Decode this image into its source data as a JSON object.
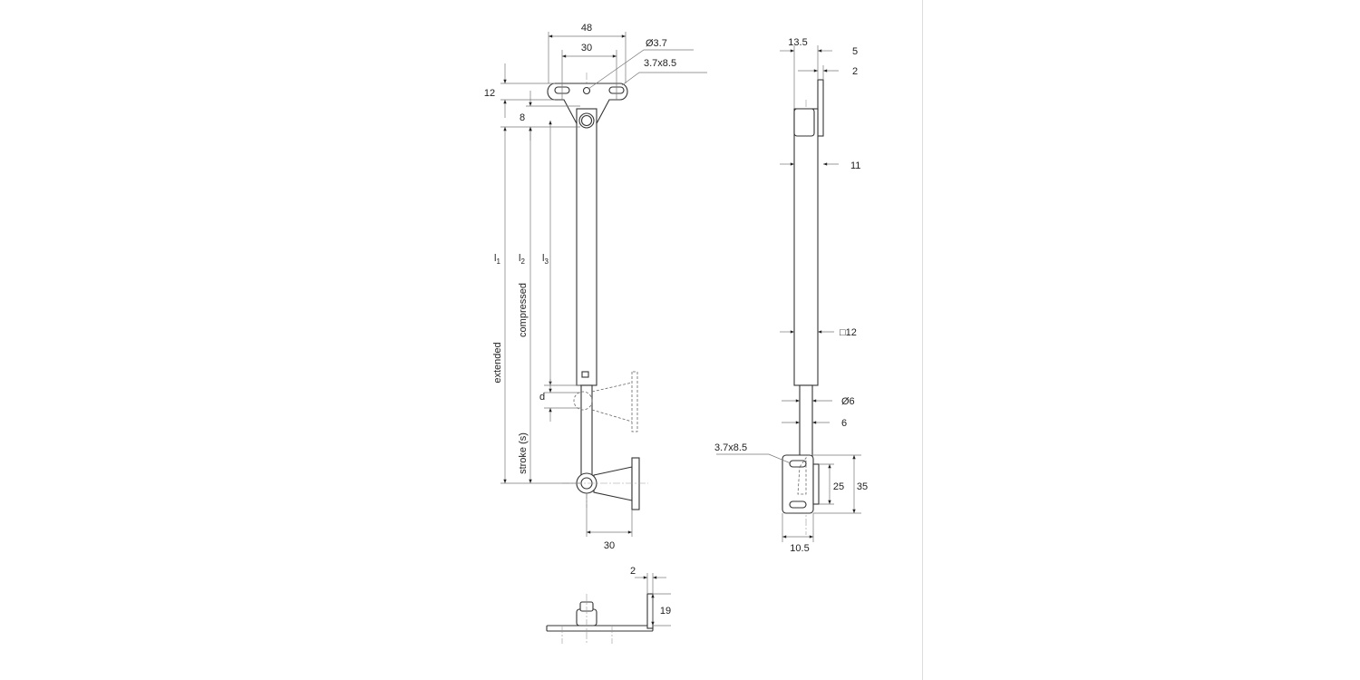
{
  "front_view": {
    "width_48": "48",
    "hole_spacing_30": "30",
    "hole_dia": "Ø3.7",
    "slot": "3.7x8.5",
    "plate_height_12": "12",
    "eye_offset_8": "8",
    "l1": {
      "base": "l",
      "sub": "1"
    },
    "l2": {
      "base": "l",
      "sub": "2"
    },
    "l3": {
      "base": "l",
      "sub": "3"
    },
    "compressed": "compressed",
    "extended": "extended",
    "d": "d",
    "stroke": "stroke (s)",
    "bracket_30": "30"
  },
  "bottom_view": {
    "thickness_2": "2",
    "height_19": "19"
  },
  "side_view": {
    "dim_13_5": "13.5",
    "dim_5": "5",
    "dim_2": "2",
    "dim_11": "11",
    "square_12": "□12",
    "rod_dia": "Ø6",
    "dim_6": "6",
    "slot": "3.7x8.5",
    "dim_25": "25",
    "dim_35": "35",
    "dim_10_5": "10.5"
  }
}
